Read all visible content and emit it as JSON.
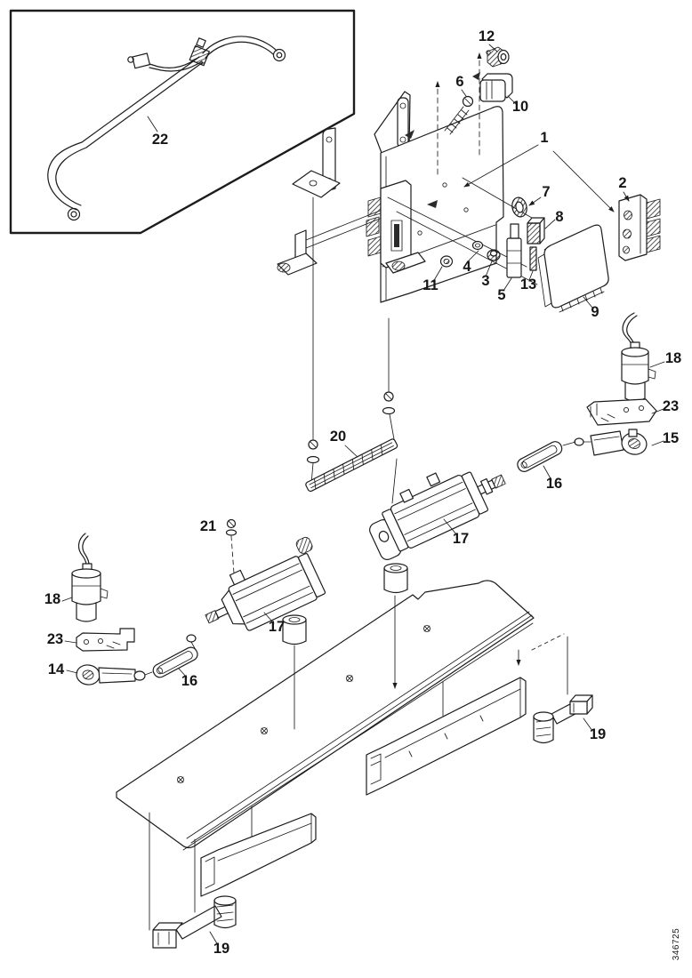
{
  "figure": {
    "figure_type": "exploded-parts-diagram",
    "description": "Exploded isometric parts diagram: mounting plate with valve and control module, two actuator cylinders, sensors, brackets, clamps and long mounting tray with rails",
    "background_color": "#ffffff",
    "line_color": "#1c1c1c",
    "doc_number": "346725"
  },
  "inset_detail": {
    "content": "hose-harness-assembly",
    "part_label": "22"
  },
  "parts_visible": [
    "1",
    "2",
    "3",
    "4",
    "5",
    "6",
    "7",
    "8",
    "9",
    "10",
    "11",
    "12",
    "13",
    "14",
    "15",
    "16",
    "17",
    "18",
    "19",
    "20",
    "21",
    "22",
    "23"
  ],
  "callouts": [
    "22",
    "12",
    "6",
    "10",
    "1",
    "2",
    "7",
    "8",
    "11",
    "4",
    "3",
    "5",
    "13",
    "9",
    "18",
    "23",
    "15",
    "16",
    "17",
    "20",
    "21",
    "18",
    "23",
    "14",
    "16",
    "17",
    "19",
    "19"
  ]
}
